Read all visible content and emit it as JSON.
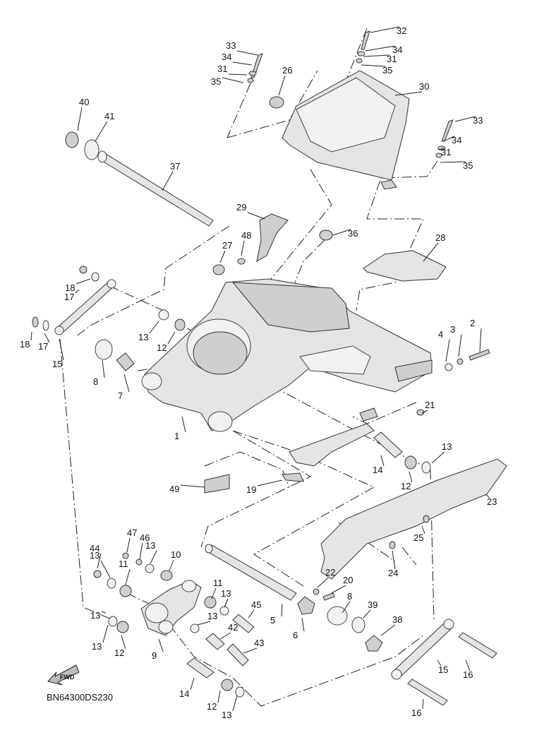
{
  "diagram_code": "BN64300DS230",
  "fwd_label": "FWD",
  "callouts": [
    "1",
    "2",
    "3",
    "4",
    "5",
    "6",
    "7",
    "8",
    "8",
    "9",
    "10",
    "11",
    "11",
    "12",
    "12",
    "12",
    "12",
    "13",
    "13",
    "13",
    "13",
    "13",
    "13",
    "13",
    "13",
    "13",
    "14",
    "14",
    "15",
    "15",
    "16",
    "16",
    "17",
    "17",
    "18",
    "18",
    "19",
    "20",
    "21",
    "22",
    "23",
    "24",
    "25",
    "26",
    "27",
    "28",
    "29",
    "30",
    "31",
    "31",
    "31",
    "32",
    "33",
    "33",
    "34",
    "34",
    "34",
    "35",
    "35",
    "35",
    "36",
    "37",
    "38",
    "39",
    "40",
    "41",
    "42",
    "43",
    "44",
    "45",
    "46",
    "47",
    "48",
    "49"
  ],
  "icons": {
    "forward_arrow": "fwd-arrow-icon"
  },
  "colors": {
    "line": "#222222",
    "part_fill": "#e4e4e4",
    "background": "#ffffff"
  }
}
